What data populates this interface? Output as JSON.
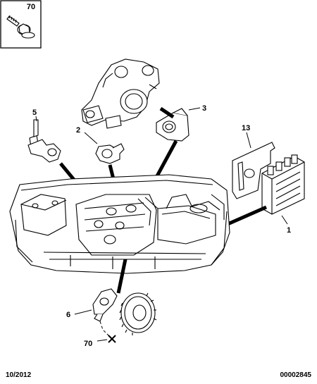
{
  "labels": {
    "inset_part": "70",
    "throttle_body_pointer": "3",
    "ecu_bracket": "13",
    "ecu": "1",
    "sensor_left": "5",
    "sensor_center": "2",
    "crank_sensor": "6",
    "screw": "70"
  },
  "footer": {
    "date": "10/2012",
    "reference": "00002845"
  }
}
